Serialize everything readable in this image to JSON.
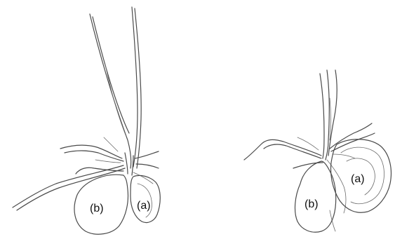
{
  "figure": {
    "left_plant": {
      "label_a": "(a)",
      "label_b": "(b)"
    },
    "right_plant": {
      "label_a": "(a)",
      "label_b": "(b)"
    }
  }
}
